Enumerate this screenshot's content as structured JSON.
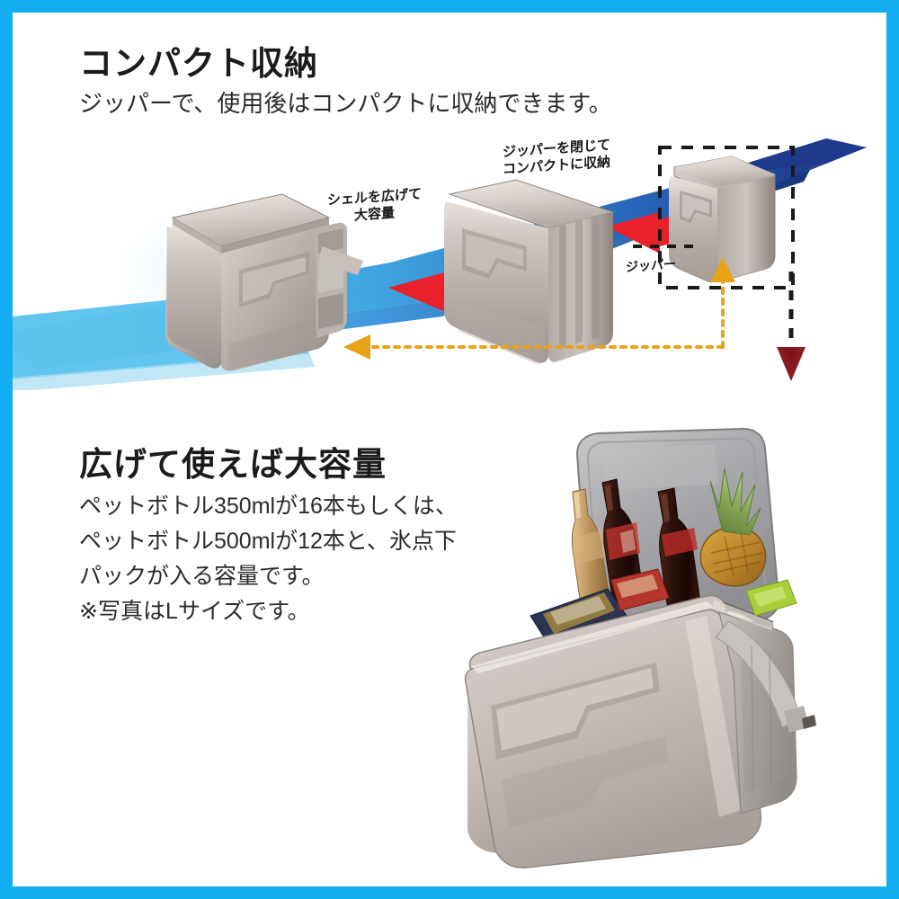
{
  "frame": {
    "border_color": "#12AEF0",
    "background_color": "#FFFFFF"
  },
  "sections": [
    {
      "id": "compact-storage",
      "title": "コンパクト収納",
      "body_lines": [
        "ジッパーで、使用後はコンパクトに収納できます。"
      ]
    },
    {
      "id": "large-capacity",
      "title": "広げて使えば大容量",
      "body_lines": [
        "ペットボトル350mlが16本もしくは、",
        "ペットボトル500mlが12本と、氷点下",
        "パックが入る容量です。",
        "※写真はLサイズです。"
      ]
    }
  ],
  "diagram": {
    "labels": {
      "shell_expand": [
        "シェルを広げて",
        "大容量"
      ],
      "zipper_close": [
        "ジッパーを閉じて",
        "コンパクトに収納"
      ],
      "zipper": "ジッパー"
    },
    "colors": {
      "ramp_light": "#5BC4EE",
      "ramp_mid": "#2E8FD8",
      "ramp_dark": "#1F3A8C",
      "red_arrow": "#E8212B",
      "dark_red_arrow": "#8B1A20",
      "amber_arrow": "#E8A317",
      "dashed_line": "#1A1A1A",
      "cooler_silver": "#C9C2BE"
    },
    "items": [
      {
        "name": "cooler-expanded",
        "state": "expanded"
      },
      {
        "name": "cooler-mid",
        "state": "partially-folded"
      },
      {
        "name": "cooler-compact",
        "state": "folded-flat"
      }
    ]
  },
  "photo": {
    "name": "open-cooler-with-contents",
    "contents": [
      "bottles",
      "pineapple",
      "snack-packages",
      "cheese-wheel",
      "blueberry-package"
    ],
    "colors": {
      "shell": "#C8C1BD",
      "fabric": "#B8B5B2",
      "lid_liner": "#A9A9AB"
    }
  }
}
